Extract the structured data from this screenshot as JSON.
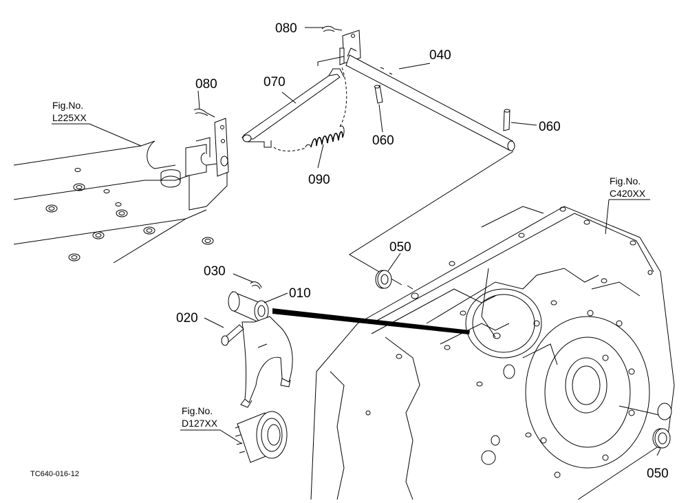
{
  "figure_code": "TC640-016-12",
  "references": [
    {
      "id": "fig-l225",
      "prefix": "Fig.No.",
      "code": "L225XX"
    },
    {
      "id": "fig-c420",
      "prefix": "Fig.No.",
      "code": "C420XX"
    },
    {
      "id": "fig-d127",
      "prefix": "Fig.No.",
      "code": "D127XX"
    }
  ],
  "callouts": {
    "p010": "010",
    "p020": "020",
    "p030": "030",
    "p040": "040",
    "p050a": "050",
    "p050b": "050",
    "p060a": "060",
    "p060b": "060",
    "p070": "070",
    "p080a": "080",
    "p080b": "080",
    "p090": "090"
  }
}
